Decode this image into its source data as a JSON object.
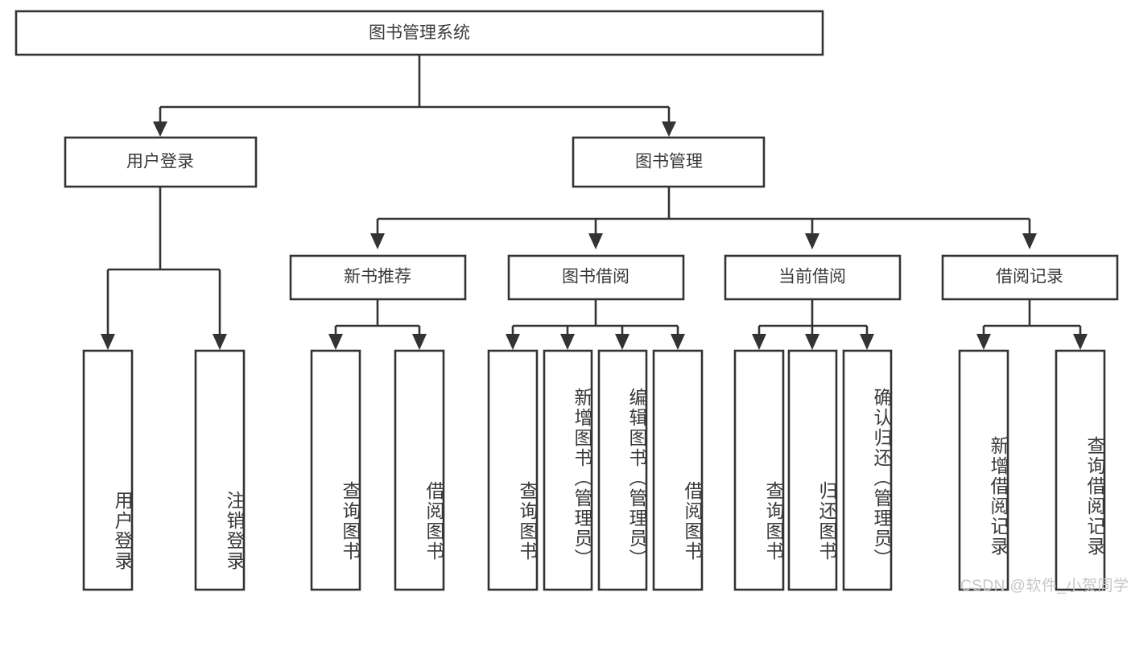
{
  "diagram": {
    "type": "tree-hierarchy",
    "title_node": {
      "id": "root",
      "label": "图书管理系统"
    },
    "level2": [
      {
        "id": "user-login",
        "label": "用户登录"
      },
      {
        "id": "book-manage",
        "label": "图书管理"
      }
    ],
    "level3": [
      {
        "id": "new-book-rec",
        "label": "新书推荐",
        "parent": "book-manage"
      },
      {
        "id": "book-borrow",
        "label": "图书借阅",
        "parent": "book-manage"
      },
      {
        "id": "current-borrow",
        "label": "当前借阅",
        "parent": "book-manage"
      },
      {
        "id": "borrow-record",
        "label": "借阅记录",
        "parent": "book-manage"
      }
    ],
    "leaves": [
      {
        "id": "leaf-user-login",
        "label": "用户登录",
        "parent": "user-login"
      },
      {
        "id": "leaf-logout",
        "label": "注销登录",
        "parent": "user-login"
      },
      {
        "id": "leaf-query-book-1",
        "label": "查询图书",
        "parent": "new-book-rec"
      },
      {
        "id": "leaf-borrow-book-1",
        "label": "借阅图书",
        "parent": "new-book-rec"
      },
      {
        "id": "leaf-query-book-2",
        "label": "查询图书",
        "parent": "book-borrow"
      },
      {
        "id": "leaf-add-book",
        "label": "新增图书（管理员）",
        "parent": "book-borrow"
      },
      {
        "id": "leaf-edit-book",
        "label": "编辑图书（管理员）",
        "parent": "book-borrow"
      },
      {
        "id": "leaf-borrow-book-2",
        "label": "借阅图书",
        "parent": "book-borrow"
      },
      {
        "id": "leaf-query-book-3",
        "label": "查询图书",
        "parent": "current-borrow"
      },
      {
        "id": "leaf-return-book",
        "label": "归还图书",
        "parent": "current-borrow"
      },
      {
        "id": "leaf-confirm-return",
        "label": "确认归还（管理员）",
        "parent": "current-borrow"
      },
      {
        "id": "leaf-add-record",
        "label": "新增借阅记录",
        "parent": "borrow-record"
      },
      {
        "id": "leaf-query-record",
        "label": "查询借阅记录",
        "parent": "borrow-record"
      }
    ],
    "colors": {
      "stroke": "#333333",
      "box_fill": "#ffffff",
      "text": "#3a3a3a",
      "background": "#ffffff",
      "watermark": "#c6c6c6"
    }
  },
  "watermark": {
    "text": "CSDN @软件_小贺同学"
  }
}
